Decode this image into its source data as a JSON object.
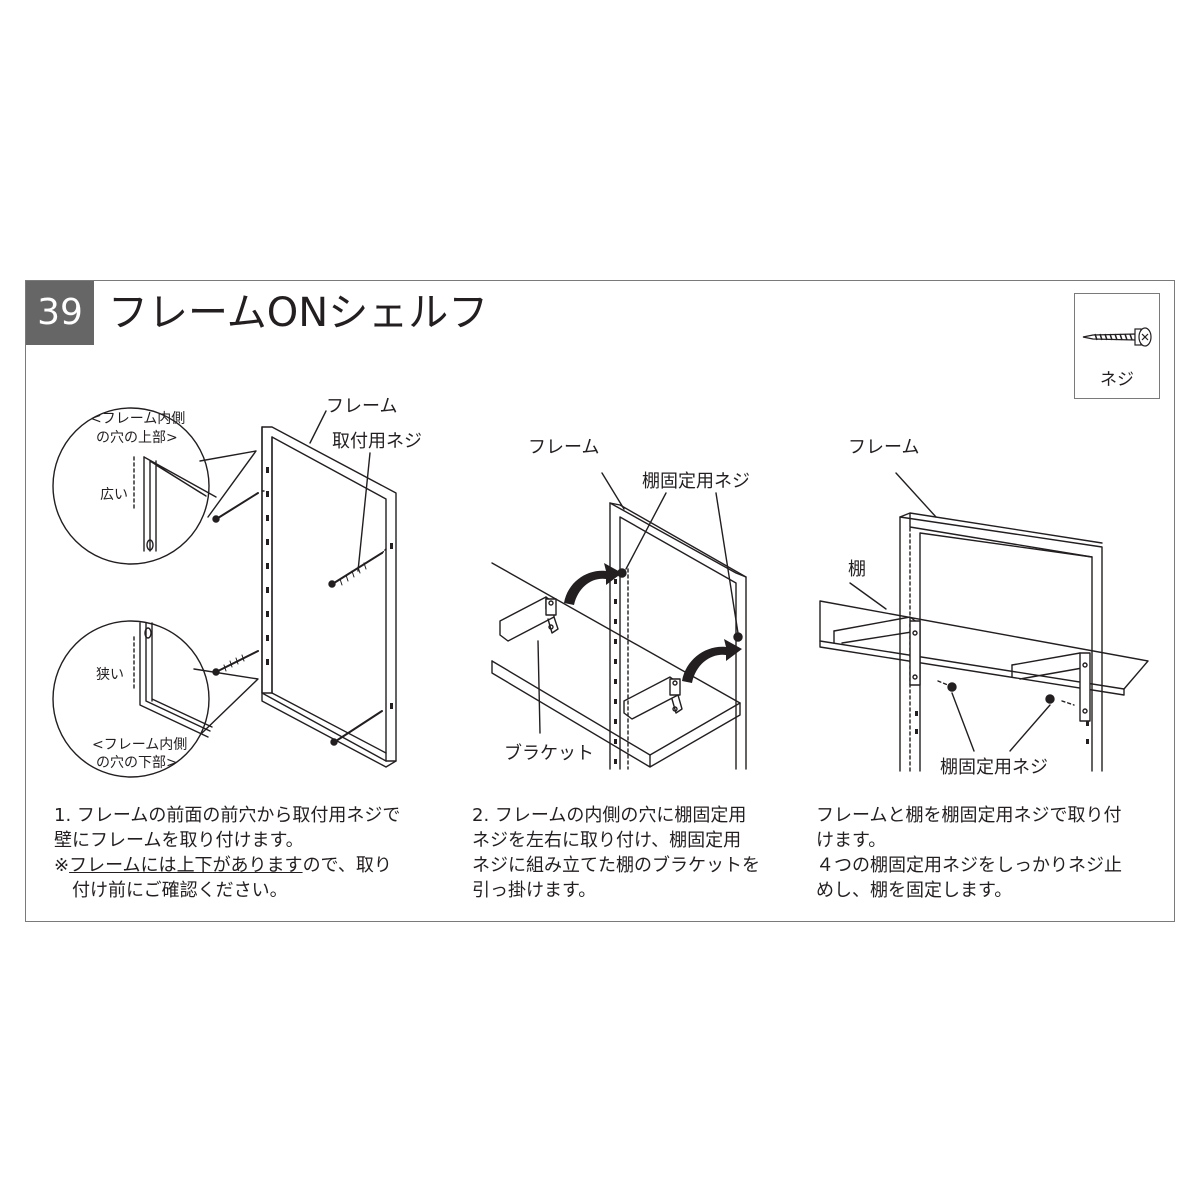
{
  "header": {
    "step_number": "39",
    "title": "フレームONシェルフ"
  },
  "part": {
    "icon": "screw-icon",
    "label": "ネジ"
  },
  "step1": {
    "callout_top_line1": "<フレーム内側",
    "callout_top_line2": "の穴の上部>",
    "wide_label": "広い",
    "narrow_label": "狭い",
    "callout_bottom_line1": "<フレーム内側",
    "callout_bottom_line2": "の穴の下部>",
    "frame_label": "フレーム",
    "screw_label": "取付用ネジ",
    "caption_line1": "1. フレームの前面の前穴から取付用ネジで",
    "caption_line2": "壁にフレームを取り付けます。",
    "note_prefix": "※",
    "note_underlined_1": "フレームには",
    "note_underlined_2": "上下",
    "note_underlined_3": "があります",
    "note_suffix": "ので、取り",
    "caption_line4": "付け前にご確認ください。"
  },
  "step2": {
    "frame_label": "フレーム",
    "screw_label": "棚固定用ネジ",
    "bracket_label": "ブラケット",
    "caption_line1": "2. フレームの内側の穴に棚固定用",
    "caption_line2": "ネジを左右に取り付け、棚固定用",
    "caption_line3": "ネジに組み立てた棚のブラケットを",
    "caption_line4": "引っ掛けます。"
  },
  "step3": {
    "frame_label": "フレーム",
    "shelf_label": "棚",
    "screw_label": "棚固定用ネジ",
    "caption_line1": "フレームと棚を棚固定用ネジで取り付",
    "caption_line2": "けます。",
    "caption_line3": "４つの棚固定用ネジをしっかりネジ止",
    "caption_line4": "めし、棚を固定します。"
  }
}
